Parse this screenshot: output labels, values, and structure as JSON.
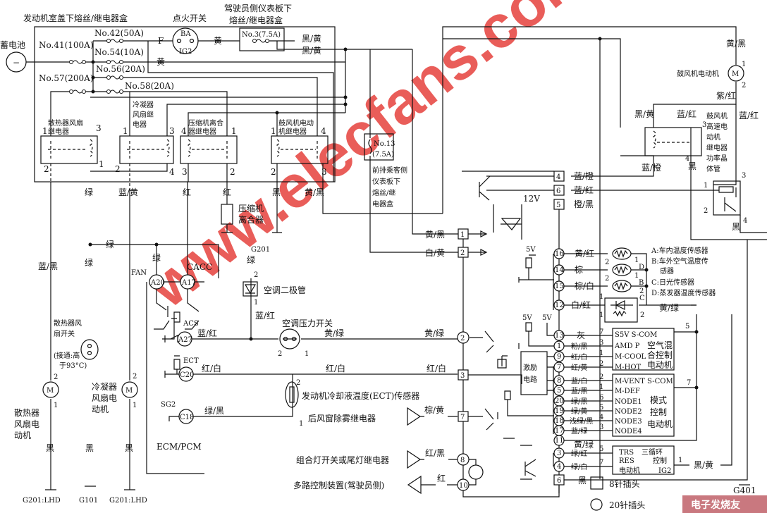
{
  "titles": {
    "engine_box": "发动机室盖下熔丝/继电器盒",
    "ignition_switch": "点火开关",
    "driver_box_1": "驾驶员侧仪表板下",
    "driver_box_2": "熔丝/继电器盒",
    "battery": "蓄电池",
    "battery_symbol": "−",
    "passenger_box": [
      "前排乘客侧",
      "仪表板下",
      "熔丝/继",
      "电器盒"
    ]
  },
  "ignition": {
    "ba": "BA",
    "ig2": "IG2"
  },
  "fuses": {
    "no41": "No.41(100A)",
    "no42": "No.42(50A)",
    "no54": "No.54(10A)",
    "no56": "No.56(20A)",
    "no57": "No.57(200A)",
    "no58": "No.58(20A)",
    "no3": "No.3(7.5A)",
    "no13a": "No.13",
    "no13b": "(7.5A)"
  },
  "top_wires": {
    "f": "F",
    "yellow1": "黄",
    "yellow2": "黄",
    "blk_yel1": "黑/黄",
    "blk_yel2": "黑/黄"
  },
  "relays": [
    {
      "label": [
        "散热器风扇",
        "继电器"
      ],
      "pins": [
        "1",
        "3",
        "2",
        "1"
      ]
    },
    {
      "label": [
        "冷凝器",
        "风扇继",
        "电器"
      ],
      "pins": [
        "1",
        "3",
        "2",
        "4"
      ]
    },
    {
      "label": [
        "压缩机离合",
        "器继电器"
      ],
      "pins": [
        "4",
        "1",
        "3",
        "2"
      ]
    },
    {
      "label": [
        "鼓风机电动",
        "机继电器"
      ],
      "pins": [
        "1",
        "4",
        "2",
        "3"
      ]
    }
  ],
  "relay_wires": [
    "绿",
    "蓝/黄",
    "红",
    "红",
    "黑",
    "黄/黑"
  ],
  "clutch": [
    "压缩机",
    "离合器"
  ],
  "left": {
    "green1": "绿",
    "green2": "绿",
    "green3": "绿",
    "green4": "绿",
    "g201": "G201",
    "blue_black": "蓝/黑",
    "fan_switch": [
      "散热器风",
      "扇开关"
    ],
    "fan_switch_note": [
      "(接通:高",
      "于93°C)"
    ],
    "motor_m": "M",
    "rad_motor": [
      "散热器",
      "风扇电",
      "动机"
    ],
    "cond_motor": [
      "冷凝器",
      "风扇电",
      "动机"
    ],
    "pin2a": "2",
    "pin1a": "1",
    "pin2b": "2",
    "pin1b": "1",
    "black1": "黑",
    "black2": "黑",
    "black3": "黑",
    "grounds": [
      "G201:LHD",
      "G101",
      "G201:LHD"
    ]
  },
  "ecm": {
    "fan": "FAN",
    "a20": "A20",
    "a17": "A17",
    "cacc": "CACC",
    "acs": "ACS",
    "a27": "A27",
    "ect": "ECT",
    "c20": "C20",
    "sg2": "SG2",
    "c18": "C18",
    "title": "ECM/PCM"
  },
  "mid": {
    "ac_diode": "空调二极管",
    "d2": "2",
    "d1": "1",
    "blue_red1": "蓝/红",
    "blue_red2": "蓝/红",
    "pressure_switch": "空调压力开关",
    "ps2": "2",
    "ps1": "1",
    "yel_green1": "黄/绿",
    "yel_green2": "黄/绿",
    "red_white1": "红/白",
    "red_white2": "红/白",
    "red_white3": "红/白",
    "ect_sensor": "发动机冷却液温度(ECT)传感器",
    "e2": "2",
    "e1": "1",
    "green_black": "绿/黑",
    "rear_defog": "后风窗除雾继电器",
    "brown_yellow": "棕/黄",
    "combo_light": "组合灯开关或尾灯继电器",
    "red_black": "红/黑",
    "multiplex": "多路控制装置(驾驶员侧)",
    "red": "红"
  },
  "left_connector": [
    {
      "pin": "1",
      "wire": "黄/黑"
    },
    {
      "pin": "2",
      "wire": "白/黄"
    },
    {
      "pin": "2",
      "wire": ""
    },
    {
      "pin": "3",
      "wire": ""
    },
    {
      "pin": "7",
      "wire": ""
    },
    {
      "pin": "8",
      "wire": ""
    },
    {
      "pin": "10",
      "wire": ""
    }
  ],
  "upper_connector": [
    {
      "pin": "4",
      "wire": "蓝/橙"
    },
    {
      "pin": "6",
      "wire": "蓝/红"
    },
    {
      "pin": "5",
      "wire": "橙/黑"
    }
  ],
  "twelve_v": "12V",
  "five_v": [
    "5V",
    "5V",
    "5V"
  ],
  "right_connector": [
    {
      "pin": "16",
      "wire": "黄/红"
    },
    {
      "pin": "14",
      "wire": "棕"
    },
    {
      "pin": "15",
      "wire": "棕/白"
    },
    {
      "pin": "12",
      "wire": "白/红"
    },
    {
      "pin": "13",
      "wire": "灰"
    },
    {
      "pin": "1",
      "wire": "粉/黑"
    },
    {
      "pin": "9",
      "wire": "红/白"
    },
    {
      "pin": "7",
      "wire": "红/黄"
    },
    {
      "pin": "8",
      "wire": "蓝/白"
    },
    {
      "pin": "5",
      "wire": "蓝/黑"
    },
    {
      "pin": "20",
      "wire": "绿/黑"
    },
    {
      "pin": "19",
      "wire": "绿/黄"
    },
    {
      "pin": "18",
      "wire": "浅绿/黑"
    },
    {
      "pin": "17",
      "wire": "蓝/绿"
    },
    {
      "pin": "11",
      "wire": "黄/绿"
    },
    {
      "pin": "3",
      "wire": "绿/红"
    },
    {
      "pin": "4",
      "wire": "绿/白"
    },
    {
      "pin": "6",
      "wire": "黑"
    }
  ],
  "excitation": [
    "激励",
    "电路"
  ],
  "sensors": {
    "a": "A:车内温度传感器",
    "b": "B:车外空气温度传",
    "b2": "感器",
    "c": "C:日光传感器",
    "d": "D:蒸发器温度传感器",
    "pins": [
      "2",
      "1",
      "D",
      "2",
      "1",
      "B",
      "2",
      "C",
      "1",
      "1",
      "2"
    ],
    "yel_green": "黄/绿"
  },
  "modules": [
    {
      "pins_in": [
        "7",
        "3",
        "1",
        "2"
      ],
      "terms": [
        "S5V S-COM",
        "AMD P",
        "M-COOL",
        "M-HOT"
      ],
      "name": [
        "空气混",
        "合控制",
        "电动机"
      ],
      "out": "5"
    },
    {
      "pins_in": [
        "2",
        "1",
        "6",
        "5",
        "4",
        "3"
      ],
      "terms": [
        "M-VENT S-COM",
        "M-DEF",
        "NODE1",
        "NODE2",
        "NODE3",
        "NODE4"
      ],
      "name": [
        "模式",
        "控制",
        "电动机"
      ],
      "out": "7"
    },
    {
      "pins_in": [
        "5",
        "7"
      ],
      "terms": [
        "TRS",
        "RES",
        "IG2"
      ],
      "name": [
        "三循环",
        "控制",
        "电动机"
      ],
      "out": "1"
    }
  ],
  "blower": {
    "yel_black": "黄/黑",
    "motor": "鼓风机电动机",
    "m": "M",
    "p1": "1",
    "p2": "2",
    "purple_red": "紫/红",
    "blk_yel": "黑/黄",
    "blue_red": "蓝/红",
    "blue_red2": "蓝/红",
    "blue_orange": "蓝/橙",
    "black": "黑",
    "black2": "黑",
    "relay": [
      "鼓风机",
      "高速电",
      "动机",
      "继电器"
    ],
    "power": [
      "功率晶",
      "体管"
    ],
    "r3": "3",
    "r4": "4",
    "t1": "1",
    "t2": "2",
    "t3": "3",
    "t4": "4",
    "blk_yel2": "黑/黄"
  },
  "legend": {
    "square": "8针插头",
    "circle": "20针插头"
  },
  "g401": "G401",
  "watermark": "www.elecfans.com",
  "logo": "电子发烧友"
}
